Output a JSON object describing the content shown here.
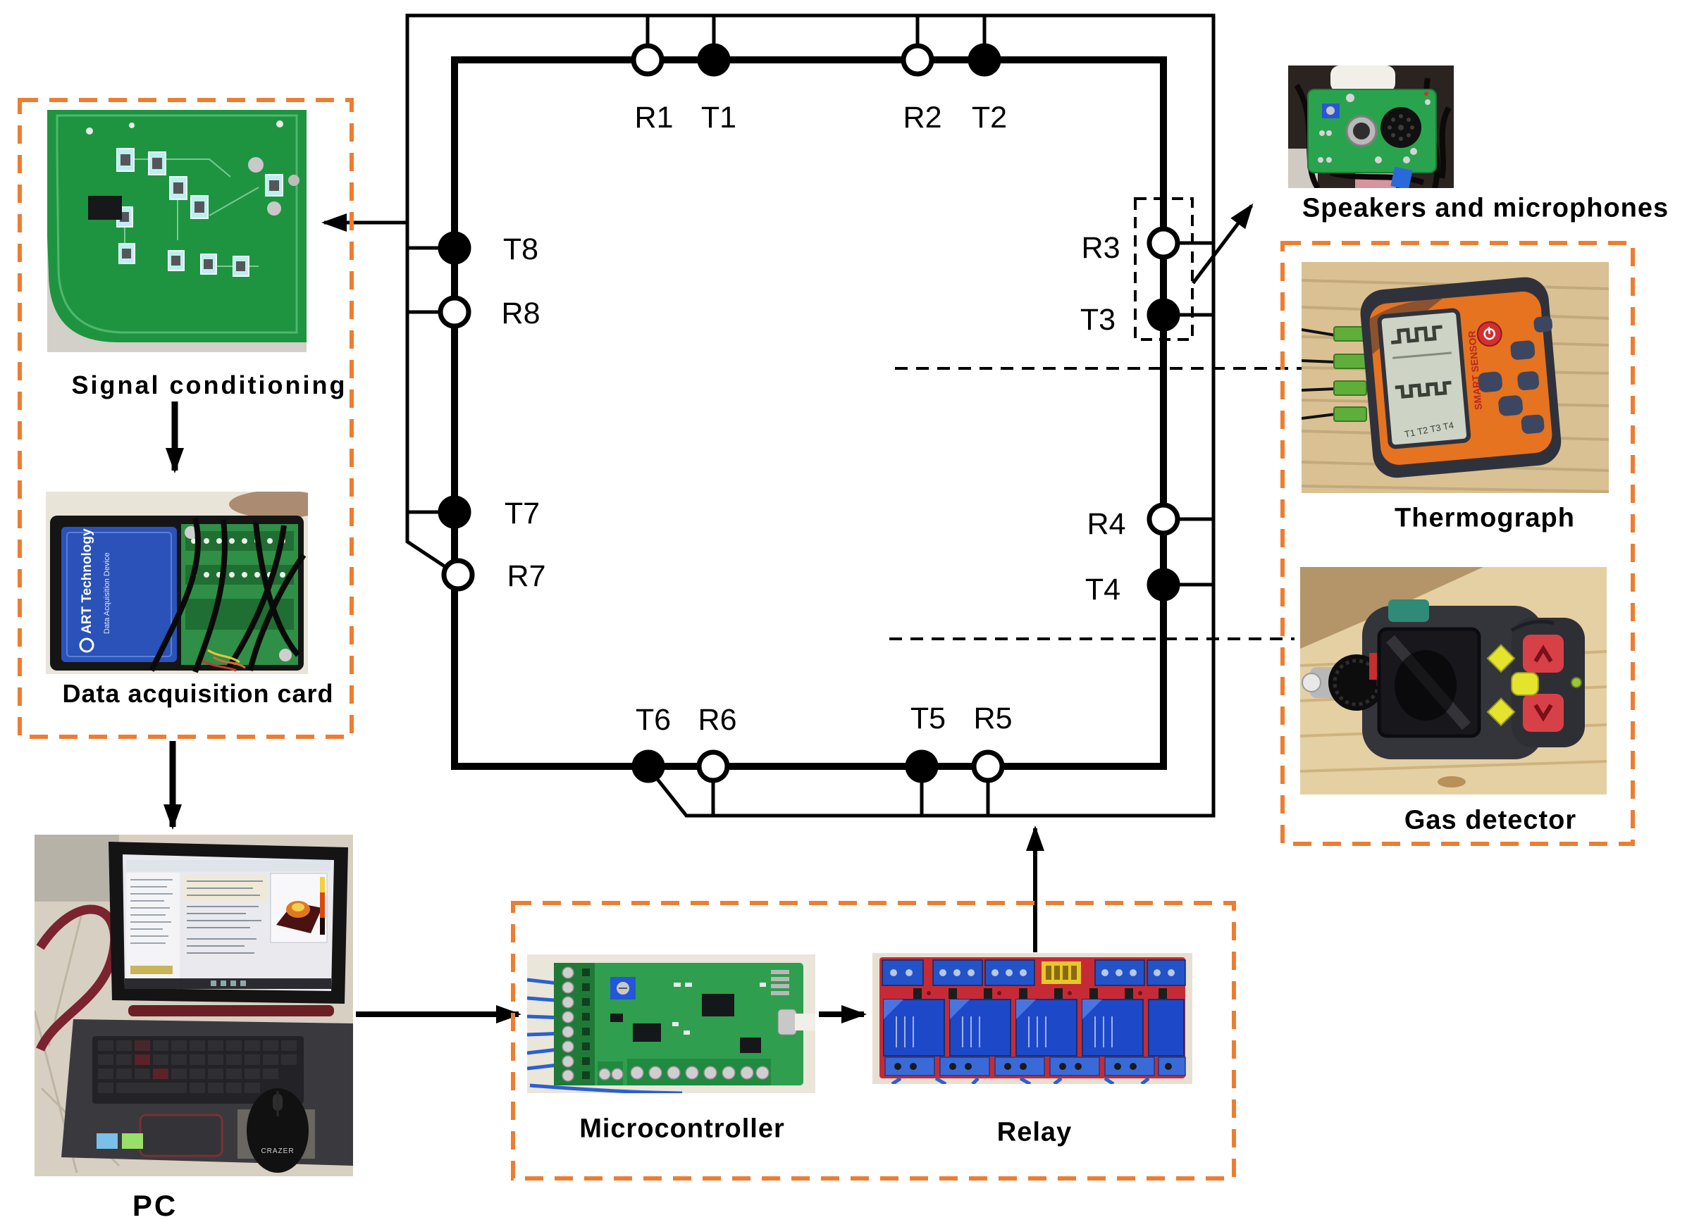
{
  "figure": {
    "type": "experimental-setup-diagram",
    "description": "Square duct ring with acoustic transmitter/receiver nodes and connected instruments"
  },
  "colors": {
    "accent_orange": "#ED7D31",
    "line_black": "#000000",
    "pcb_green": "#2f9e4e",
    "relay_red": "#c62b35",
    "relay_blue": "#1d49c8",
    "thermograph_orange": "#e6731f"
  },
  "ring": {
    "nodes": [
      {
        "id": "R1",
        "kind": "receiver",
        "marker": "open",
        "edge": "top"
      },
      {
        "id": "T1",
        "kind": "transmitter",
        "marker": "filled",
        "edge": "top"
      },
      {
        "id": "R2",
        "kind": "receiver",
        "marker": "open",
        "edge": "top"
      },
      {
        "id": "T2",
        "kind": "transmitter",
        "marker": "filled",
        "edge": "top"
      },
      {
        "id": "R3",
        "kind": "receiver",
        "marker": "open",
        "edge": "right"
      },
      {
        "id": "T3",
        "kind": "transmitter",
        "marker": "filled",
        "edge": "right"
      },
      {
        "id": "R4",
        "kind": "receiver",
        "marker": "open",
        "edge": "right"
      },
      {
        "id": "T4",
        "kind": "transmitter",
        "marker": "filled",
        "edge": "right"
      },
      {
        "id": "T6",
        "kind": "transmitter",
        "marker": "filled",
        "edge": "bottom"
      },
      {
        "id": "R6",
        "kind": "receiver",
        "marker": "open",
        "edge": "bottom"
      },
      {
        "id": "T5",
        "kind": "transmitter",
        "marker": "filled",
        "edge": "bottom"
      },
      {
        "id": "R5",
        "kind": "receiver",
        "marker": "open",
        "edge": "bottom"
      },
      {
        "id": "T8",
        "kind": "transmitter",
        "marker": "filled",
        "edge": "left"
      },
      {
        "id": "R8",
        "kind": "receiver",
        "marker": "open",
        "edge": "left"
      },
      {
        "id": "T7",
        "kind": "transmitter",
        "marker": "filled",
        "edge": "left"
      },
      {
        "id": "R7",
        "kind": "receiver",
        "marker": "open",
        "edge": "left"
      }
    ]
  },
  "components": {
    "signal_conditioning": {
      "label": "Signal conditioning"
    },
    "daq": {
      "label": "Data acquisition card"
    },
    "pc": {
      "label": "PC"
    },
    "microcontroller": {
      "label": "Microcontroller"
    },
    "relay": {
      "label": "Relay"
    },
    "speakers": {
      "label": "Speakers and microphones"
    },
    "thermograph": {
      "label": "Thermograph"
    },
    "gas_detector": {
      "label": "Gas detector"
    }
  },
  "photo_texts": {
    "daq_brand": "ART Technology",
    "daq_sub": "Data Acquisition Device",
    "thermo_brand": "SMART SENSOR",
    "thermo_channels": "T1  T2  T3  T4",
    "mouse_brand": "CRAZER"
  }
}
